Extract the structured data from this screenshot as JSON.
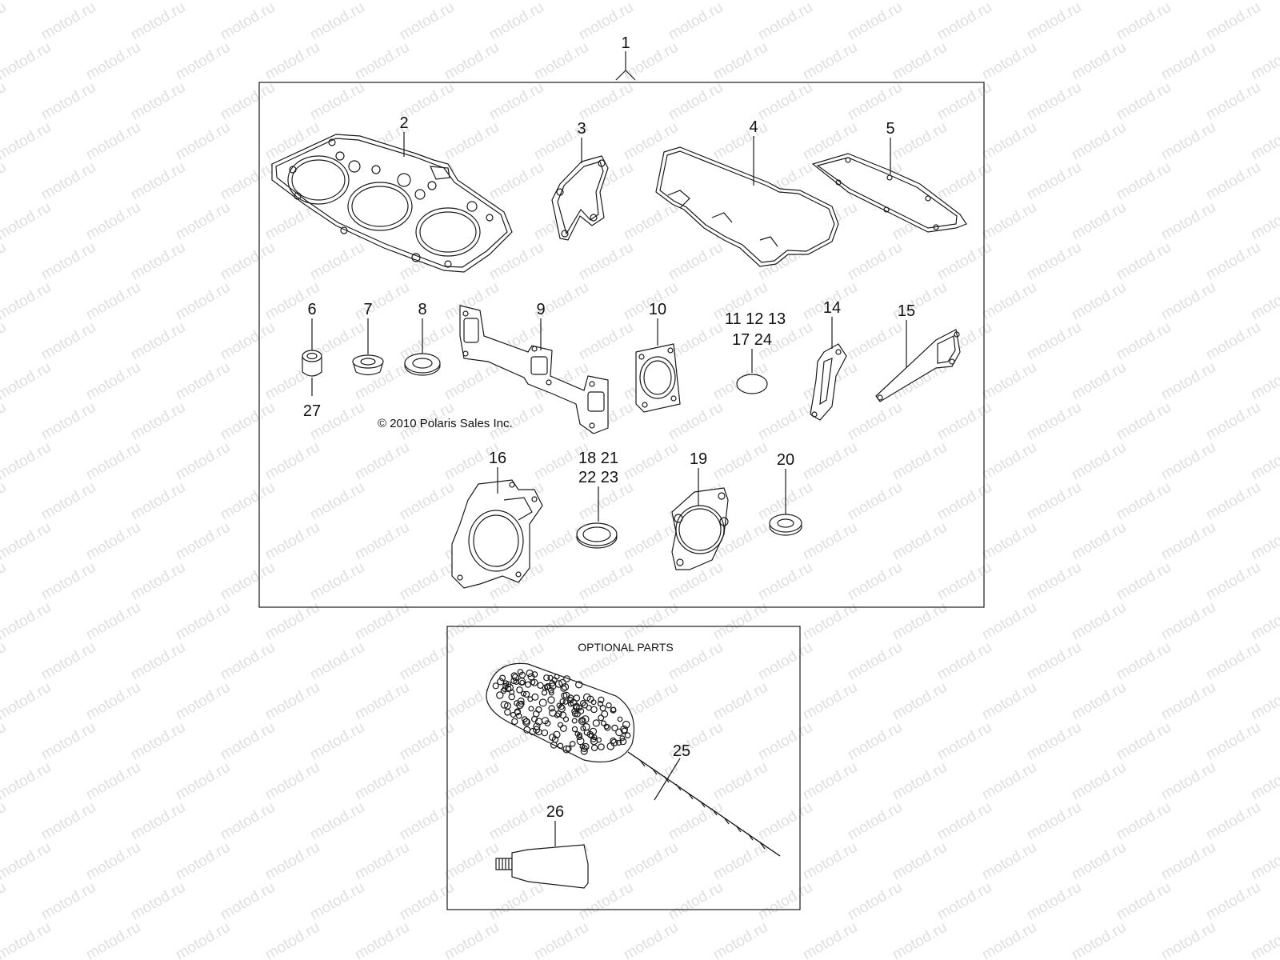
{
  "watermark": {
    "text": "motod.ru",
    "color": "#b8b8b8"
  },
  "kit_label": "1",
  "copyright": "© 2010 Polaris Sales Inc.",
  "optional_title": "OPTIONAL PARTS",
  "callouts": {
    "c2": "2",
    "c3": "3",
    "c4": "4",
    "c5": "5",
    "c6": "6",
    "c27": "27",
    "c7": "7",
    "c8": "8",
    "c9": "9",
    "c10": "10",
    "c11_12_13": "11 12 13",
    "c17_24": "17 24",
    "c14": "14",
    "c15": "15",
    "c16": "16",
    "c18_21": "18 21",
    "c22_23": "22 23",
    "c19": "19",
    "c20": "20",
    "c25": "25",
    "c26": "26"
  }
}
